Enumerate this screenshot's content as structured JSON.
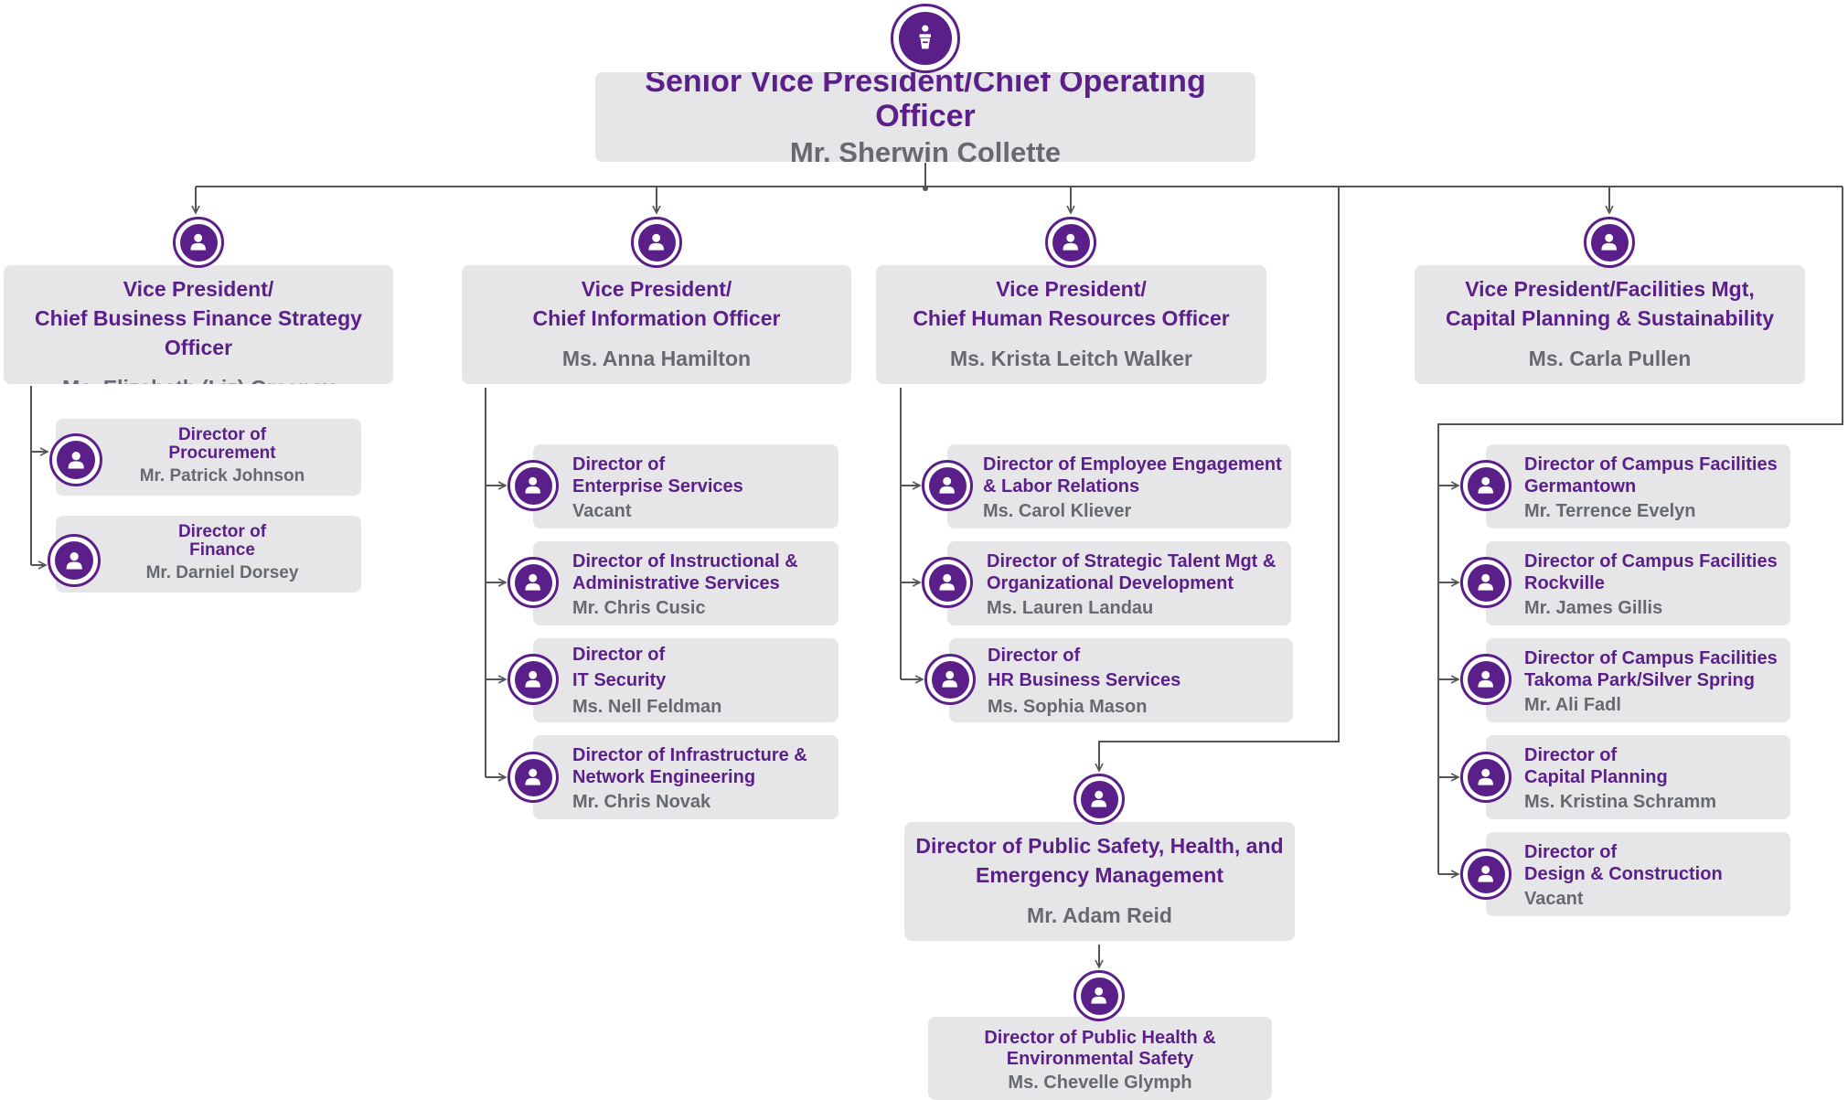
{
  "colors": {
    "accent": "#5b1f8a",
    "card": "#e6e6e8",
    "name_text": "#666a70",
    "line": "#555555"
  },
  "top": {
    "title": "Senior Vice President/Chief Operating Officer",
    "name": "Mr. Sherwin Collette",
    "icon": "podium-speaker-icon"
  },
  "vps": [
    {
      "title": "Vice President/\nChief Business Finance Strategy Officer",
      "name": "Ms. Elizabeth (Liz) Greaney",
      "icon": "person-icon"
    },
    {
      "title": "Vice President/\nChief Information Officer",
      "name": "Ms. Anna Hamilton",
      "icon": "person-icon"
    },
    {
      "title": "Vice President/\nChief Human Resources Officer",
      "name": "Ms. Krista Leitch Walker",
      "icon": "person-icon"
    },
    {
      "title": "Vice President/Facilities Mgt,\nCapital Planning & Sustainability",
      "name": "Ms. Carla Pullen",
      "icon": "person-icon"
    }
  ],
  "finance_team": [
    {
      "title": "Director of\nProcurement",
      "name": "Mr. Patrick Johnson"
    },
    {
      "title": "Director of\nFinance",
      "name": "Mr. Darniel Dorsey"
    }
  ],
  "it_team": [
    {
      "title": "Director of\nEnterprise Services",
      "name": "Vacant"
    },
    {
      "title": "Director of Instructional &\nAdministrative Services",
      "name": "Mr. Chris Cusic"
    },
    {
      "title": "Director of\nIT Security",
      "name": "Ms. Nell Feldman"
    },
    {
      "title": "Director of Infrastructure &\nNetwork Engineering",
      "name": "Mr. Chris Novak"
    }
  ],
  "hr_team": [
    {
      "title": "Director of Employee Engagement\n& Labor Relations",
      "name": "Ms. Carol Kliever"
    },
    {
      "title": "Director of Strategic Talent Mgt &\nOrganizational Development",
      "name": "Ms. Lauren Landau"
    },
    {
      "title": "Director of\nHR Business Services",
      "name": "Ms. Sophia Mason"
    }
  ],
  "facilities_team": [
    {
      "title": "Director of Campus Facilities\nGermantown",
      "name": "Mr. Terrence Evelyn"
    },
    {
      "title": "Director of Campus Facilities\nRockville",
      "name": "Mr. James Gillis"
    },
    {
      "title": "Director of Campus Facilities\nTakoma Park/Silver Spring",
      "name": "Mr. Ali Fadl"
    },
    {
      "title": "Director of\nCapital Planning",
      "name": "Ms. Kristina Schramm"
    },
    {
      "title": "Director of\nDesign & Construction",
      "name": "Vacant"
    }
  ],
  "public_safety": {
    "title": "Director of Public Safety, Health, and\nEmergency Management",
    "name": "Mr. Adam Reid"
  },
  "public_health": {
    "title": "Director of Public Health &\nEnvironmental Safety",
    "name": "Ms. Chevelle Glymph"
  }
}
